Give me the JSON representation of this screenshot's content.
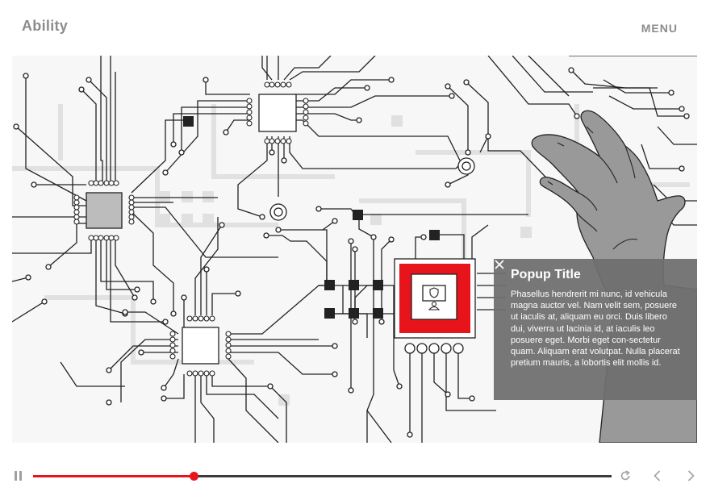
{
  "header": {
    "brand": "Ability",
    "menu_label": "MENU"
  },
  "popup": {
    "title": "Popup Title",
    "body": "Phasellus hendrerit mi nunc, id vehicula magna auctor vel. Nam velit sem, posuere ut iaculis at, aliquam eu orci. Duis libero dui, viverra ut lacinia id, at iaculis leo posuere eget. Morbi eget con-sectetur quam. Aliquam erat volutpat. Nulla placerat pretium mauris, a lobortis elit mollis id.",
    "close_icon": "close-icon"
  },
  "player": {
    "progress_fraction": 0.277,
    "icons": [
      "pause-icon",
      "replay-icon",
      "chevron-left-icon",
      "chevron-right-icon"
    ]
  },
  "colors": {
    "accent": "#e8141c",
    "brand_text": "#8c8c8c",
    "popup_bg": "#6e6e6e",
    "hand": "#999999"
  }
}
